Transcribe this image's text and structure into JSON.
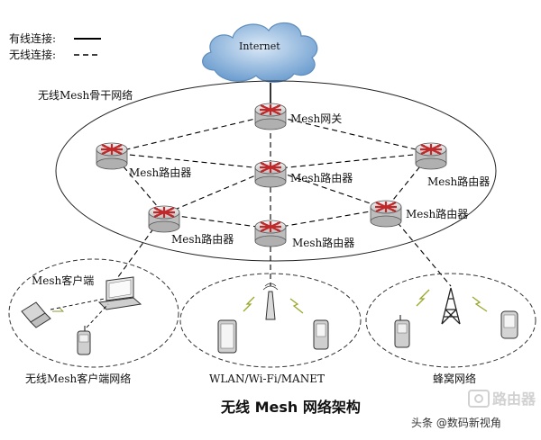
{
  "legend": {
    "wired": "有线连接:",
    "wireless": "无线连接:"
  },
  "cloud_label": "Internet",
  "backbone_label": "无线Mesh骨干网络",
  "nodes": {
    "gateway": "Mesh网关",
    "router_left": "Mesh路由器",
    "router_center": "Mesh路由器",
    "router_right": "Mesh路由器",
    "router_lower_left": "Mesh路由器",
    "router_lower_center": "Mesh路由器",
    "router_lower_right": "Mesh路由器"
  },
  "clusters": {
    "client": {
      "title": "无线Mesh客户端网络",
      "client_label": "Mesh客户端"
    },
    "wlan": {
      "title": "WLAN/Wi-Fi/MANET"
    },
    "cellular": {
      "title": "蜂窝网络"
    }
  },
  "figure_title": "无线 Mesh 网络架构",
  "watermark": {
    "author": "头条 @数码新视角",
    "brand": "路由器"
  },
  "colors": {
    "router_x": "#c0282a",
    "cloud": "#8fb6dc",
    "router_body": "#d9d9d9"
  }
}
